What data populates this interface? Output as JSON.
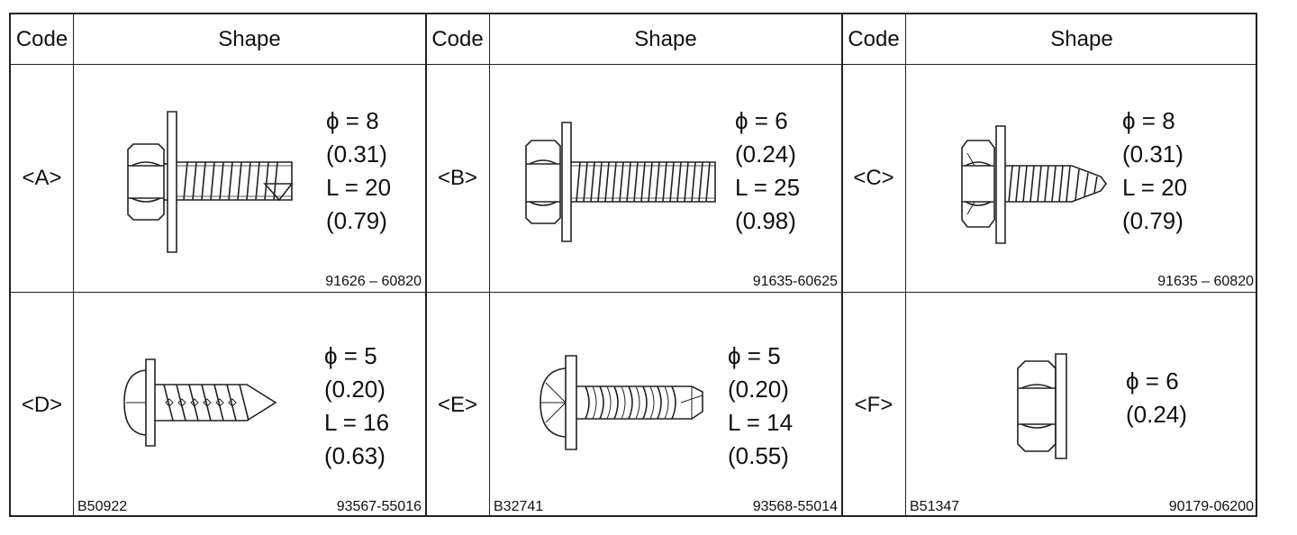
{
  "header": {
    "code_label": "Code",
    "shape_label": "Shape"
  },
  "rows": [
    [
      {
        "code": "<A>",
        "dia": "ϕ = 8",
        "dia_in": "(0.31)",
        "len": "L = 20",
        "len_in": "(0.79)",
        "part_no": "91626 – 60820",
        "fig_id": "",
        "icon": "hex-flange-bolt-icon"
      },
      {
        "code": "<B>",
        "dia": "ϕ = 6",
        "dia_in": "(0.24)",
        "len": "L = 25",
        "len_in": "(0.98)",
        "part_no": "91635-60625",
        "fig_id": "",
        "icon": "hex-washer-bolt-icon"
      },
      {
        "code": "<C>",
        "dia": "ϕ = 8",
        "dia_in": "(0.31)",
        "len": "L = 20",
        "len_in": "(0.79)",
        "part_no": "91635 – 60820",
        "fig_id": "",
        "icon": "hex-washer-tapping-bolt-icon"
      }
    ],
    [
      {
        "code": "<D>",
        "dia": "ϕ = 5",
        "dia_in": "(0.20)",
        "len": "L = 16",
        "len_in": "(0.63)",
        "part_no": "93567-55016",
        "fig_id": "B50922",
        "icon": "pan-head-tapping-screw-icon"
      },
      {
        "code": "<E>",
        "dia": "ϕ = 5",
        "dia_in": "(0.20)",
        "len": "L = 14",
        "len_in": "(0.55)",
        "part_no": "93568-55014",
        "fig_id": "B32741",
        "icon": "pan-head-washer-screw-icon"
      },
      {
        "code": "<F>",
        "dia": "ϕ = 6",
        "dia_in": "(0.24)",
        "len": "",
        "len_in": "",
        "part_no": "90179-06200",
        "fig_id": "B51347",
        "icon": "flange-nut-icon"
      }
    ]
  ]
}
